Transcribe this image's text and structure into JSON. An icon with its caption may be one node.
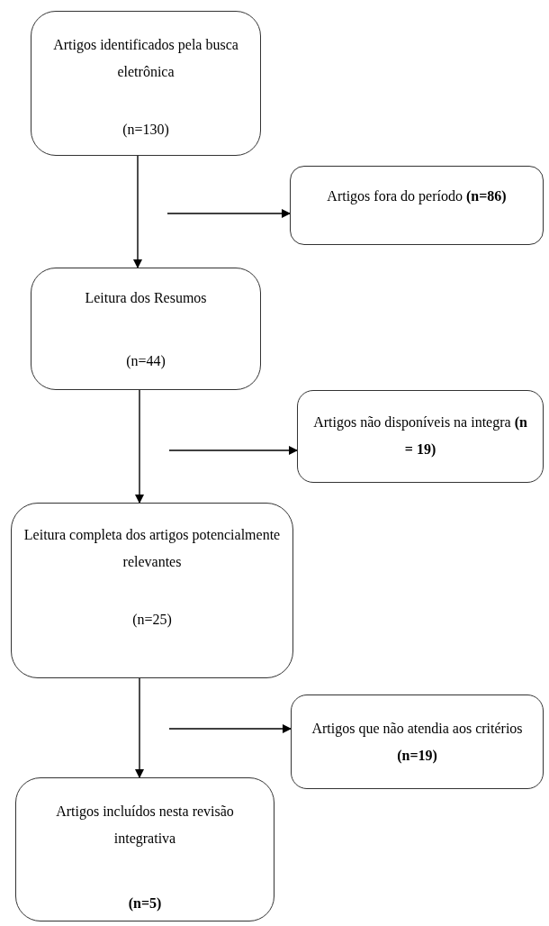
{
  "diagram": {
    "nodes": [
      {
        "text": [
          "Artigos identificados pela busca eletrônica",
          "(n=130)"
        ]
      },
      {
        "text": [
          "Artigos fora do período **(n=86)**"
        ]
      },
      {
        "text": [
          "Leitura dos Resumos",
          "(n=44)"
        ]
      },
      {
        "text": [
          "Artigos não disponíveis na integra **(n = 19)**"
        ]
      },
      {
        "text": [
          "Leitura completa dos artigos potencialmente relevantes",
          "(n=25)"
        ]
      },
      {
        "text": [
          "Artigos que não atendia aos critérios **(n=19)**"
        ]
      },
      {
        "text": [
          "Artigos incluídos nesta revisão integrativa",
          "**(n=5)**"
        ]
      }
    ],
    "edges": [
      {
        "from": 0,
        "to": 2,
        "arrow": "to"
      },
      {
        "from": null,
        "to": 1,
        "arrow": "to"
      },
      {
        "from": 2,
        "to": 4,
        "arrow": "to"
      },
      {
        "from": null,
        "to": 3,
        "arrow": "to"
      },
      {
        "from": 4,
        "to": 6,
        "arrow": "to"
      },
      {
        "from": null,
        "to": 5,
        "arrow": "to"
      }
    ]
  }
}
